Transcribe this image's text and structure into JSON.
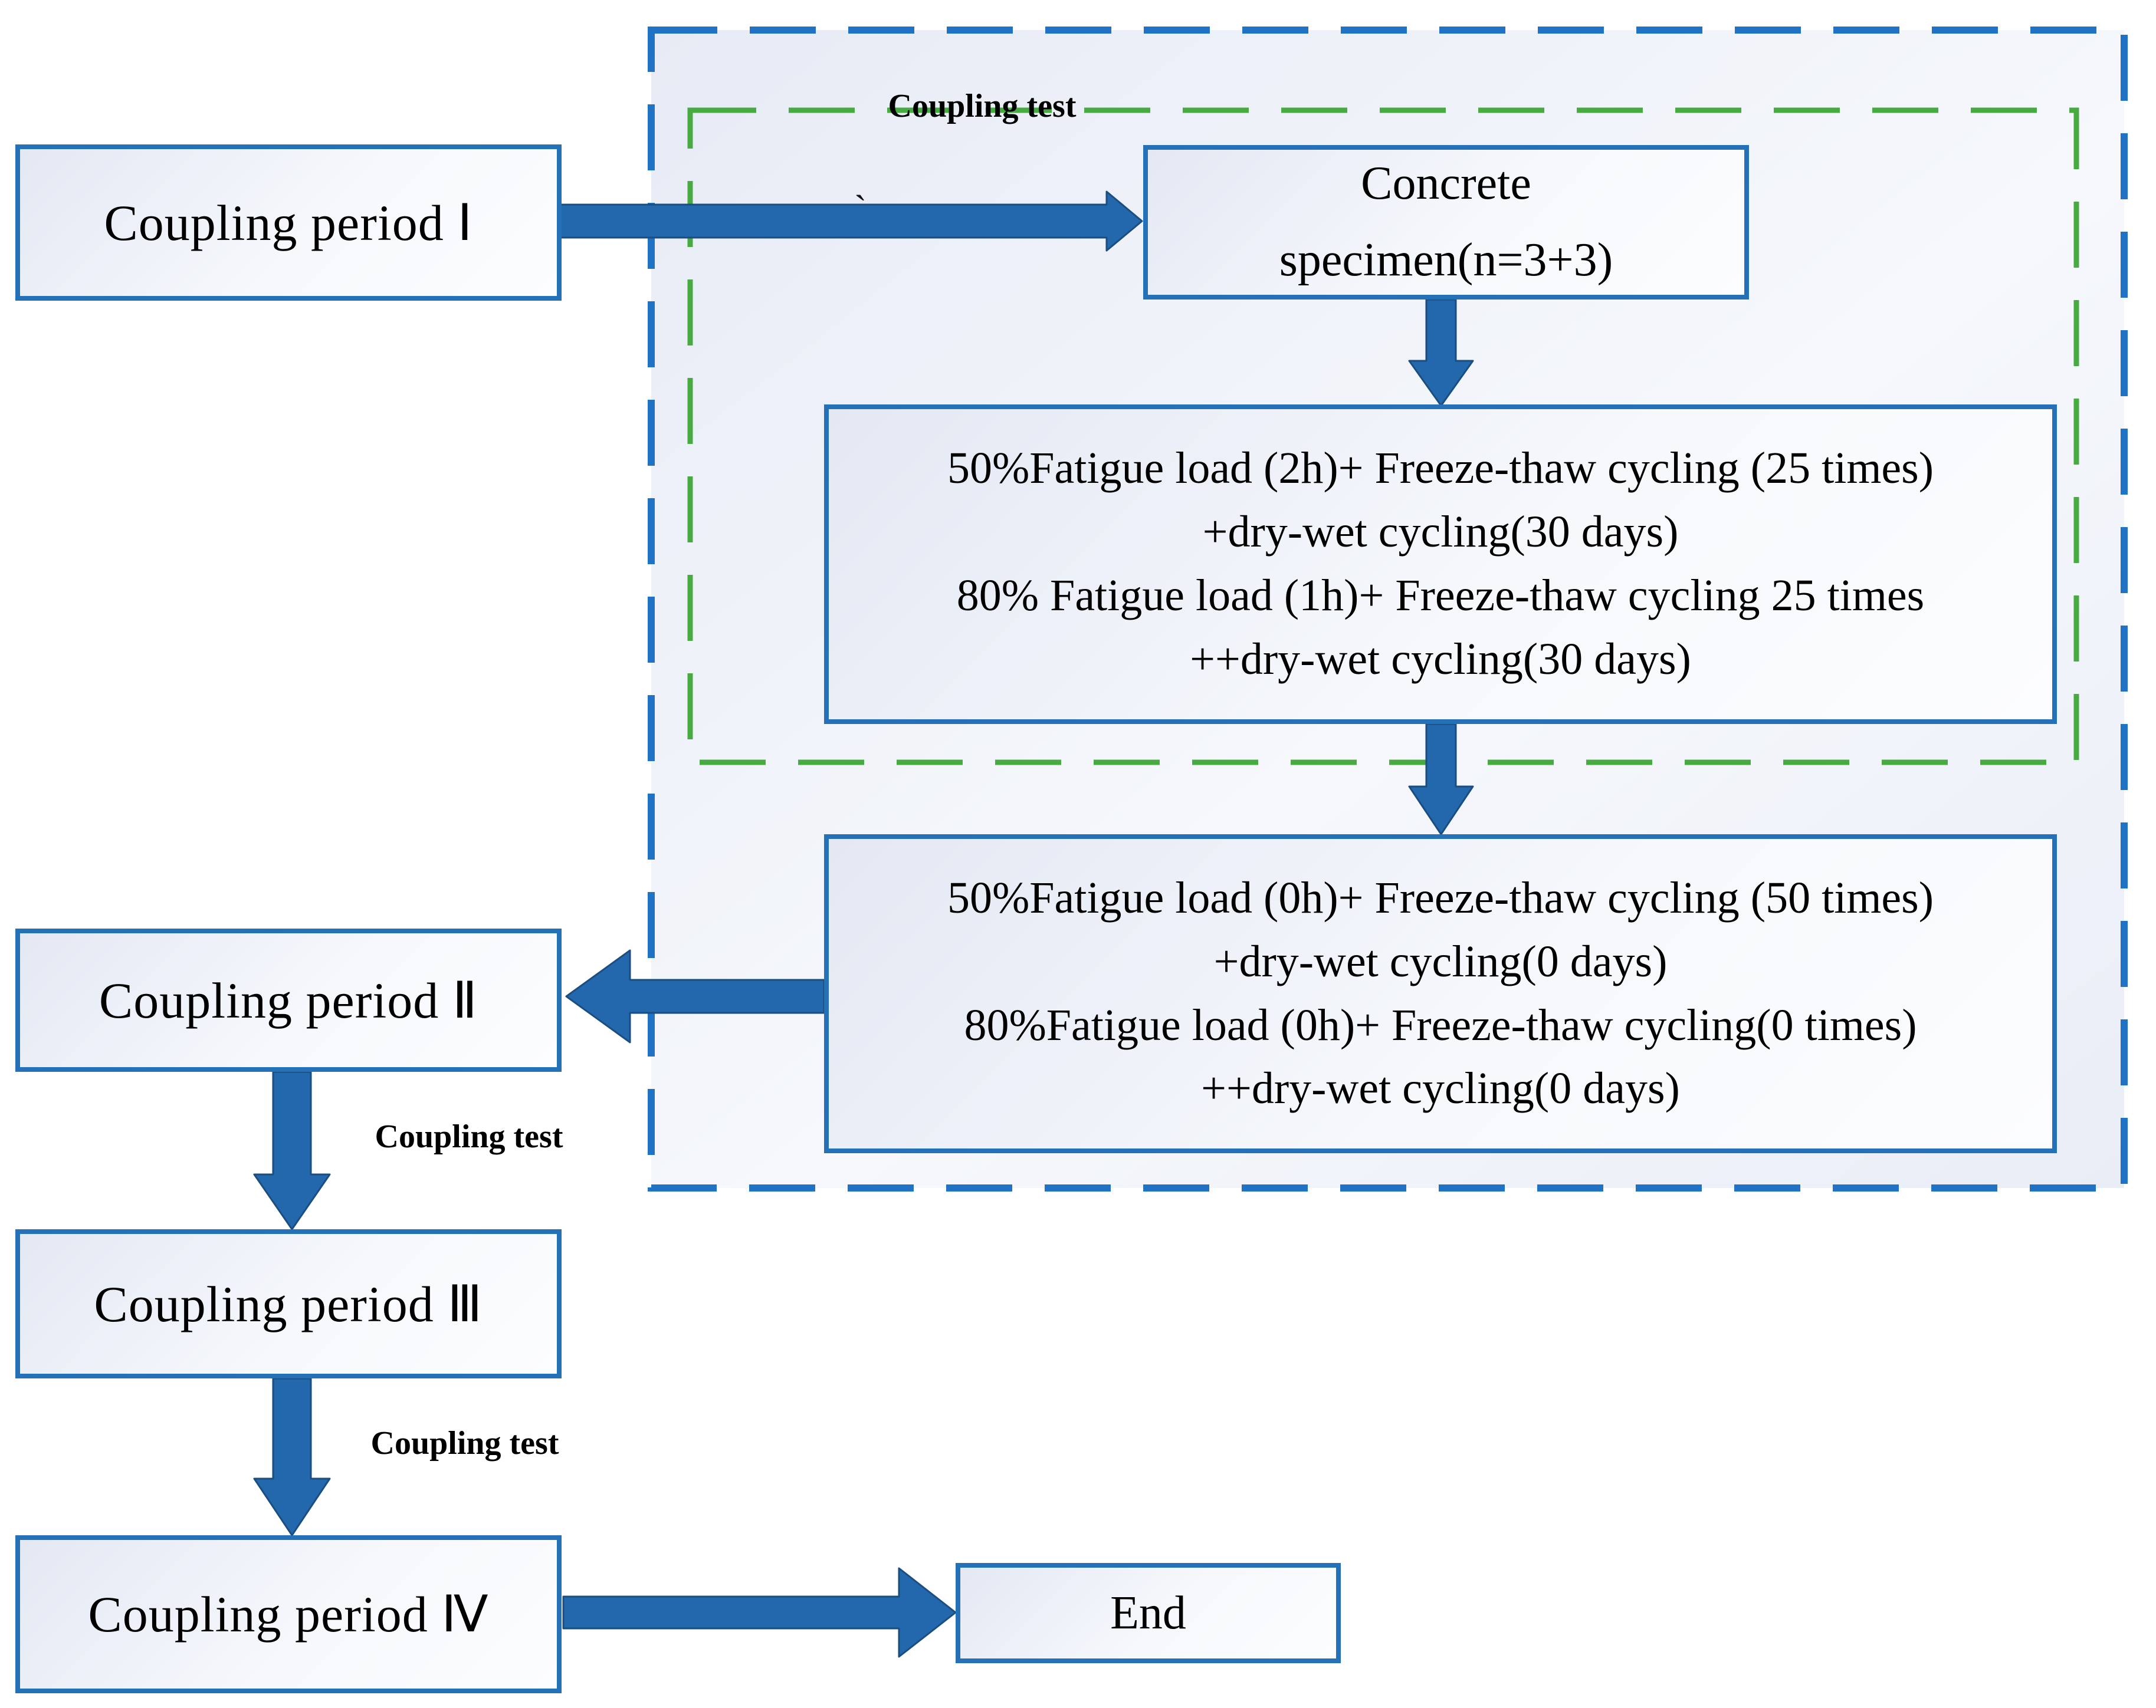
{
  "figure": {
    "nodes": {
      "coupling_period_1": "Coupling period Ⅰ",
      "concrete_specimen": {
        "line1": "Concrete",
        "line2": "specimen(n=3+3)"
      },
      "conditioning_stage_1": {
        "lines": [
          "50%Fatigue load (2h)+ Freeze-thaw cycling (25 times)",
          "+dry-wet cycling(30 days)",
          "80% Fatigue load (1h)+ Freeze-thaw cycling 25 times",
          "++dry-wet cycling(30 days)"
        ]
      },
      "conditioning_stage_2": {
        "lines": [
          "50%Fatigue load (0h)+ Freeze-thaw cycling (50 times)",
          "+dry-wet cycling(0 days)",
          "80%Fatigue load (0h)+ Freeze-thaw cycling(0 times)",
          "++dry-wet cycling(0 days)"
        ]
      },
      "coupling_period_2": "Coupling period Ⅱ",
      "coupling_period_3": "Coupling period Ⅲ",
      "coupling_period_4": "Coupling period Ⅳ",
      "end": "End"
    },
    "labels": {
      "coupling_test_region": "Coupling test",
      "coupling_test_arrow_2_3": "Coupling test",
      "coupling_test_arrow_3_4": "Coupling test",
      "stray_mark": "`"
    },
    "colors": {
      "box_border": "#2471b8",
      "arrow_fill": "#2368ad",
      "arrow_edge": "#1a4e80",
      "outer_dashed_border": "#1f72c4",
      "inner_dashed_border": "#48ab42",
      "panel_background": "#e9ecf6",
      "text": "#000000"
    }
  }
}
